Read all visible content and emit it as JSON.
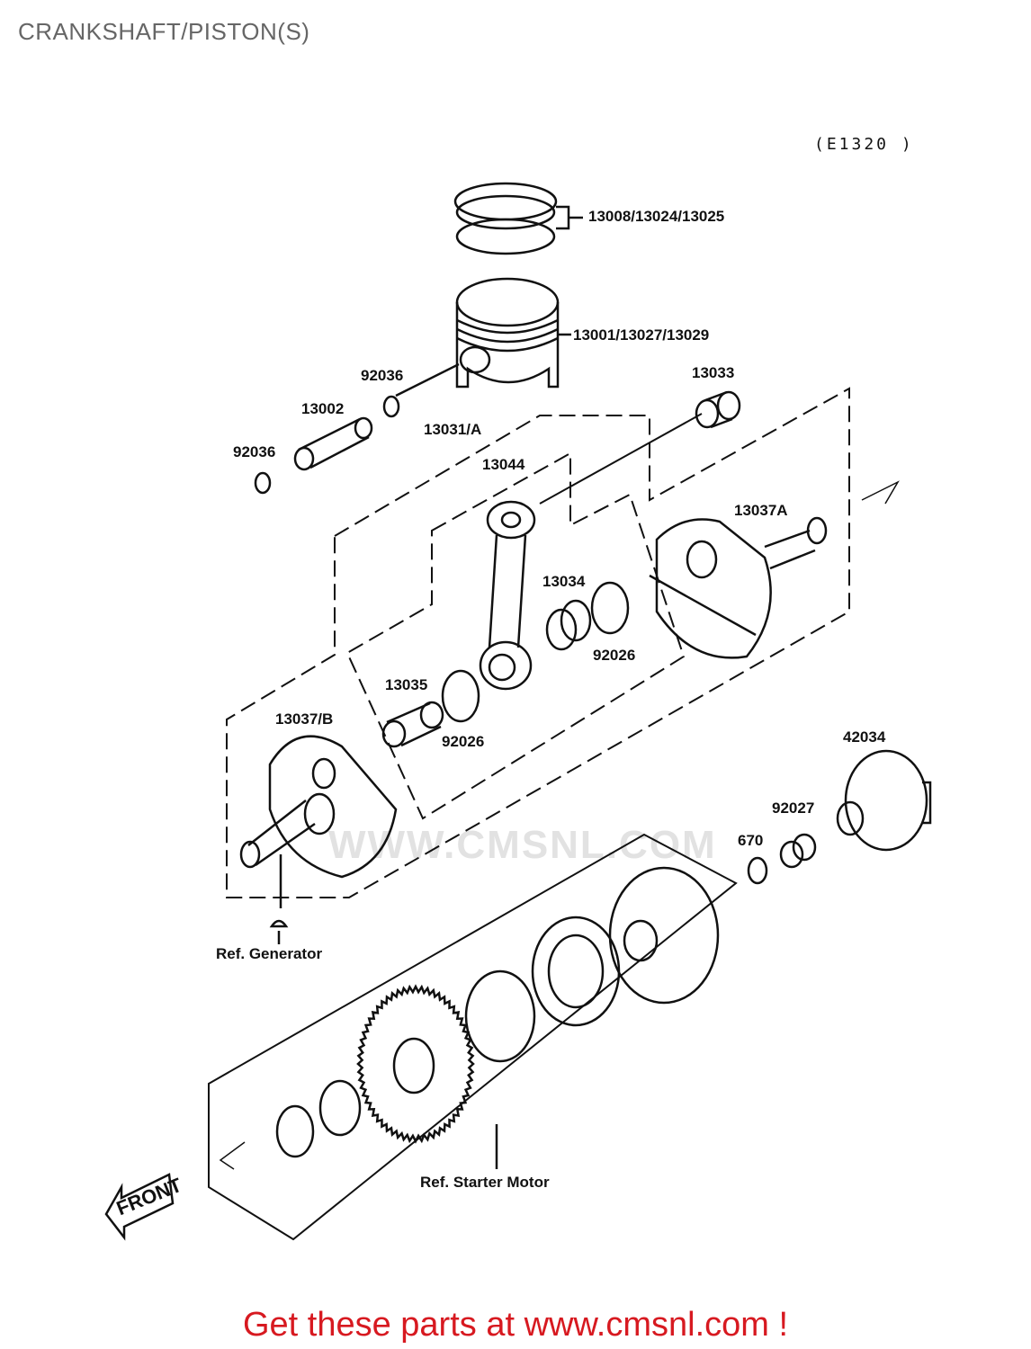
{
  "header": {
    "title": "CRANKSHAFT/PISTON(S)",
    "diagram_code": "(E1320 )"
  },
  "parts": [
    {
      "id": "rings",
      "label": "13008/13024/13025"
    },
    {
      "id": "piston",
      "label": "13001/13027/13029"
    },
    {
      "id": "clip-upper",
      "label": "92036"
    },
    {
      "id": "piston-pin",
      "label": "13002"
    },
    {
      "id": "clip-lower",
      "label": "92036"
    },
    {
      "id": "bearing-small-end",
      "label": "13033"
    },
    {
      "id": "crankshaft-assy",
      "label": "13031/A"
    },
    {
      "id": "conrod",
      "label": "13044"
    },
    {
      "id": "crank-half-a",
      "label": "13037A"
    },
    {
      "id": "bearing-big-end",
      "label": "13034"
    },
    {
      "id": "washer-right",
      "label": "92026"
    },
    {
      "id": "crankpin",
      "label": "13035"
    },
    {
      "id": "washer-left",
      "label": "92026"
    },
    {
      "id": "crank-half-b",
      "label": "13037/B"
    },
    {
      "id": "nut-42034",
      "label": "42034"
    },
    {
      "id": "collar-92027",
      "label": "92027"
    },
    {
      "id": "ring-670",
      "label": "670"
    }
  ],
  "references": {
    "generator": "Ref. Generator",
    "starter_motor": "Ref. Starter Motor"
  },
  "front_marker": "FRONT",
  "watermark": "WWW.CMSNL.COM",
  "footer": {
    "text": "Get these parts at www.cmsnl.com !",
    "color": "#d71920"
  }
}
